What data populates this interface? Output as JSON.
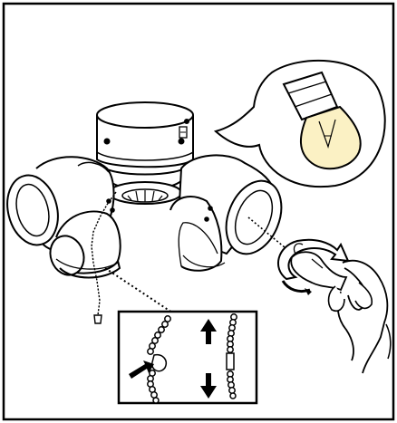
{
  "figure": {
    "panels": [
      {
        "name": "main-illustration",
        "subject": "light-fixture-with-shades"
      },
      {
        "name": "bulb-callout",
        "subject": "bulb-in-socket"
      },
      {
        "name": "chain-detail",
        "subject": "pull-chain-connector"
      }
    ],
    "icons": [
      "rotate-arrow-icon",
      "arrow-right-icon",
      "arrow-up-icon",
      "arrow-down-icon",
      "hand-icon",
      "bulb-icon"
    ],
    "colors": {
      "ink": "#000000",
      "paper": "#ffffff",
      "bulb_glow": "#fbf1c4",
      "light_fill": "#f3f3f3"
    }
  }
}
